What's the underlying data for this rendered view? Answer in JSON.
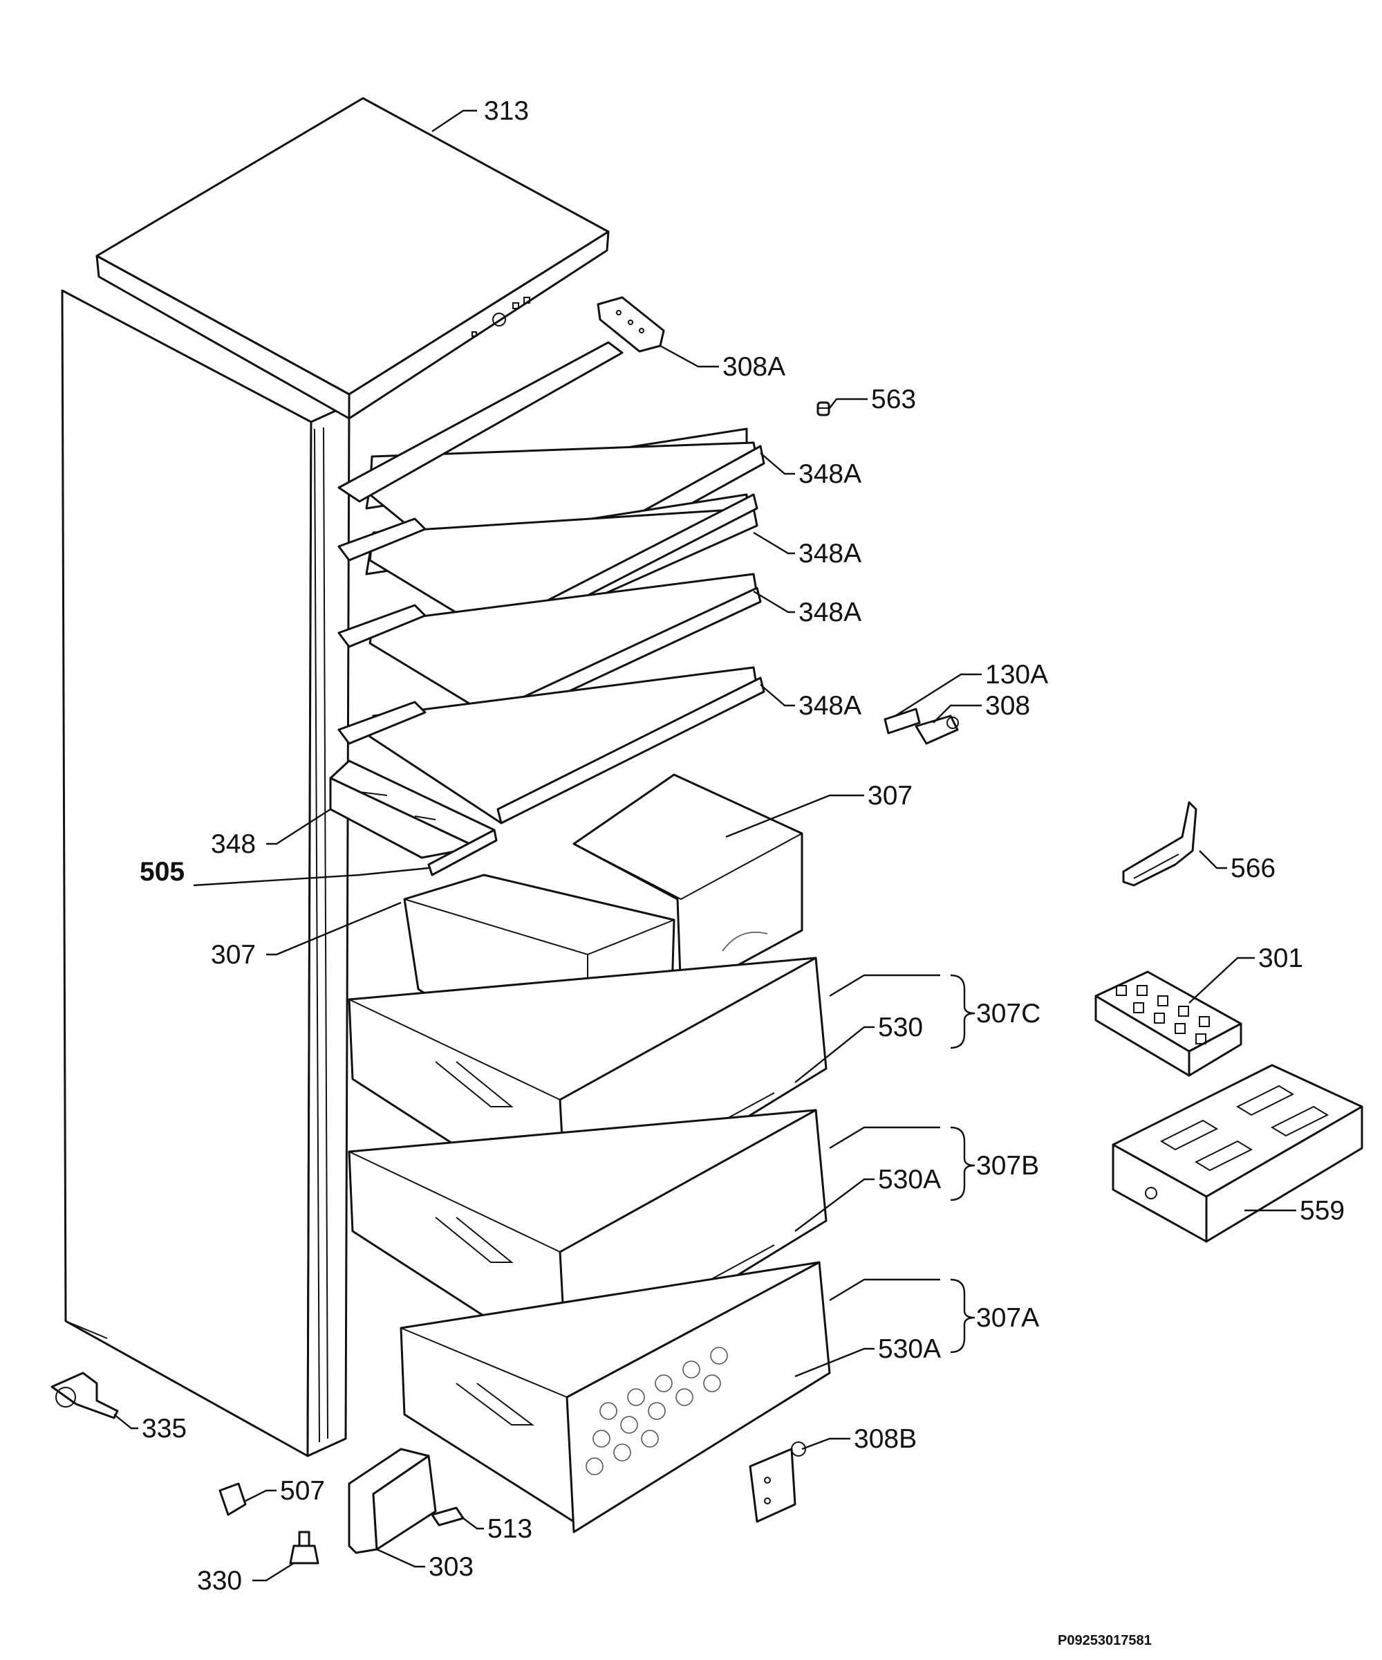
{
  "labels": {
    "l313": "313",
    "l308A": "308A",
    "l563": "563",
    "l348A_1": "348A",
    "l348A_2": "348A",
    "l348A_3": "348A",
    "l348A_4": "348A",
    "l130A": "130A",
    "l308": "308",
    "l307_top": "307",
    "l348": "348",
    "l505": "505",
    "l566": "566",
    "l307_left": "307",
    "l301": "301",
    "l307C": "307C",
    "l530": "530",
    "l307B": "307B",
    "l530A_1": "530A",
    "l559": "559",
    "l307A": "307A",
    "l530A_2": "530A",
    "l335": "335",
    "l308B": "308B",
    "l507": "507",
    "l513": "513",
    "l330": "330",
    "l303": "303"
  },
  "drawing_code": "P09253017581"
}
